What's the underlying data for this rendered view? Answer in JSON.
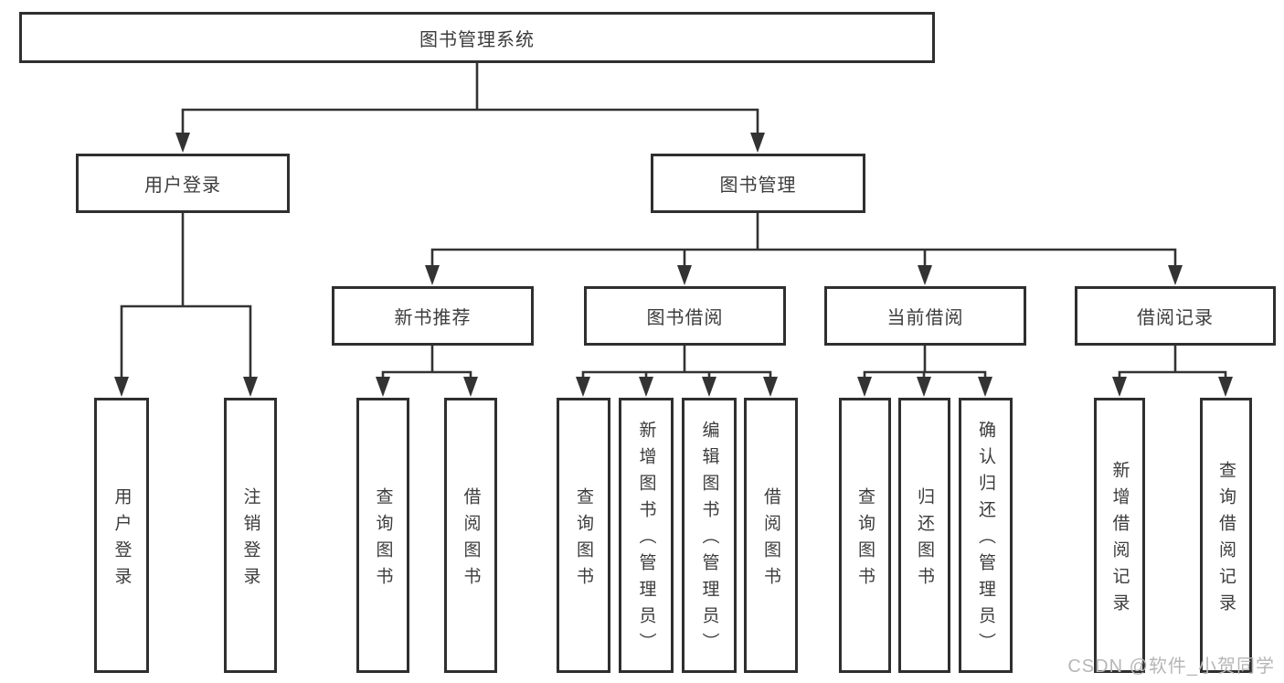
{
  "diagram_title": "图书管理系统",
  "nodes": {
    "root": "图书管理系统",
    "user_login": "用户登录",
    "book_mgmt": "图书管理",
    "new_book_rec": "新书推荐",
    "book_borrow": "图书借阅",
    "current_borrow": "当前借阅",
    "borrow_records": "借阅记录",
    "leaf_user_login": "用户登录",
    "leaf_logout": "注销登录",
    "leaf_nb_query": "查询图书",
    "leaf_nb_borrow": "借阅图书",
    "leaf_bb_query": "查询图书",
    "leaf_bb_add": "新增图书（管理员）",
    "leaf_bb_edit": "编辑图书（管理员）",
    "leaf_bb_borrow": "借阅图书",
    "leaf_cb_query": "查询图书",
    "leaf_cb_return": "归还图书",
    "leaf_cb_confirm": "确认归还（管理员）",
    "leaf_br_add": "新增借阅记录",
    "leaf_br_query": "查询借阅记录"
  },
  "watermark": "CSDN @软件_小贺同学",
  "colors": {
    "line": "#333333",
    "border": "#2f2f2f",
    "text": "#3c3c3c",
    "watermark": "#b6b6b6",
    "background": "#ffffff"
  }
}
